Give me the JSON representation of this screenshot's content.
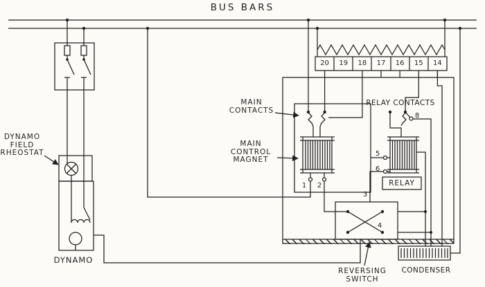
{
  "colors": {
    "ink": "#1f1f1f",
    "paper": "#fcfbf7"
  },
  "labels": {
    "bus_bars": "BUS BARS",
    "dynamo_field_rheostat": "DYNAMO\nFIELD\nRHEOSTAT",
    "dynamo": "DYNAMO",
    "main_contacts": "MAIN\nCONTACTS",
    "main_control_magnet": "MAIN\nCONTROL\nMAGNET",
    "relay_contacts": "RELAY CONTACTS",
    "relay": "RELAY",
    "reversing_switch": "REVERSING\nSWITCH",
    "condenser": "CONDENSER"
  },
  "resistor_bank": {
    "terminals": [
      "20",
      "19",
      "18",
      "17",
      "16",
      "15",
      "14"
    ]
  },
  "wire_numbers": {
    "n1": "1",
    "n2": "2",
    "n3": "3",
    "n4": "4",
    "n5": "5",
    "n6": "6",
    "n8": "8"
  }
}
